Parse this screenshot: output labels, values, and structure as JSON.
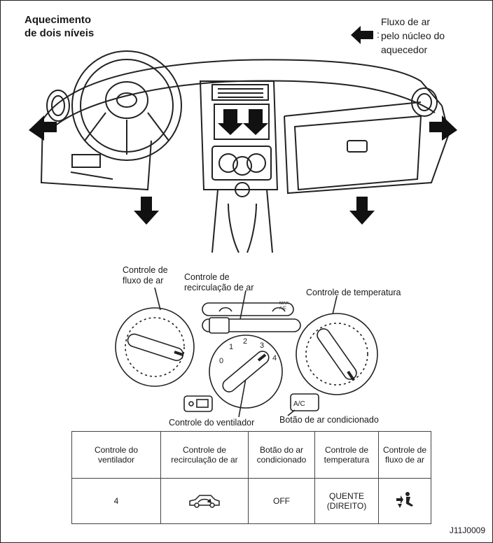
{
  "title": {
    "line1": "Aquecimento",
    "line2": "de dois níveis"
  },
  "legend": {
    "line1": "Fluxo de ar",
    "line2": "pelo núcleo do",
    "line3": "aquecedor",
    "colon": ":"
  },
  "labels": {
    "air_flow_control": [
      "Controle de",
      "fluxo de ar"
    ],
    "recirculation_control": [
      "Controle de",
      "recirculação de ar"
    ],
    "temperature_control": "Controle de temperatura",
    "fan_control": "Controle do ventilador",
    "ac_button": "Botão de ar condicionado"
  },
  "panel": {
    "fan_numbers": [
      "0",
      "1",
      "2",
      "3",
      "4"
    ],
    "ac_button_text": "A/C",
    "max_ac": [
      "MAX",
      "A/C"
    ]
  },
  "table": {
    "headers": [
      [
        "Controle do",
        "ventilador"
      ],
      [
        "Controle de",
        "recirculação de ar"
      ],
      [
        "Botão do ar",
        "condicionado"
      ],
      [
        "Controle de",
        "temperatura"
      ],
      [
        "Controle de",
        "fluxo de ar"
      ]
    ],
    "values": {
      "fan": "4",
      "ac": "OFF",
      "temperature": [
        "QUENTE",
        "(DIREITO)"
      ]
    },
    "icons": {
      "recirculation": "car-recirculation-icon",
      "air_flow": "foot-face-airflow-icon"
    }
  },
  "figure_code": "J11J0009"
}
